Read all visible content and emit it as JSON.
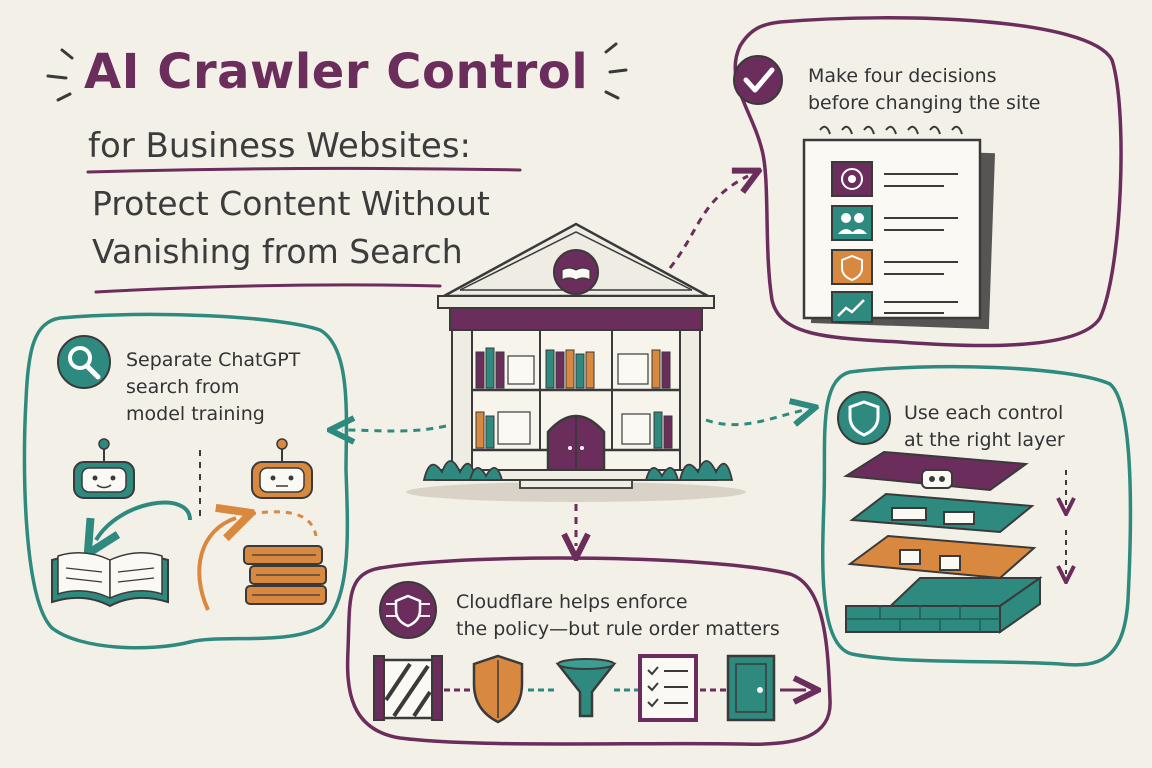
{
  "title": {
    "line1": "AI Crawler Control",
    "line2": "for Business Websites:",
    "line3": "Protect Content Without",
    "line4": "Vanishing from Search"
  },
  "panels": {
    "decisions": {
      "line1": "Make four decisions",
      "line2": "before changing the site",
      "icon": "check-icon"
    },
    "search": {
      "line1": "Separate ChatGPT",
      "line2": "search from",
      "line3": "model training",
      "icon": "magnifier-icon"
    },
    "layers": {
      "line1": "Use each control",
      "line2": "at the right layer",
      "icon": "shield-icon"
    },
    "cloudflare": {
      "line1": "Cloudflare helps enforce",
      "line2": "the policy—but rule order matters",
      "icon": "shield-circuit-icon"
    }
  },
  "colors": {
    "purple": "#6b2d5c",
    "teal": "#2e8a7e",
    "orange": "#d9893f",
    "ink": "#3a3a3a",
    "paper": "#f3f0e8"
  }
}
